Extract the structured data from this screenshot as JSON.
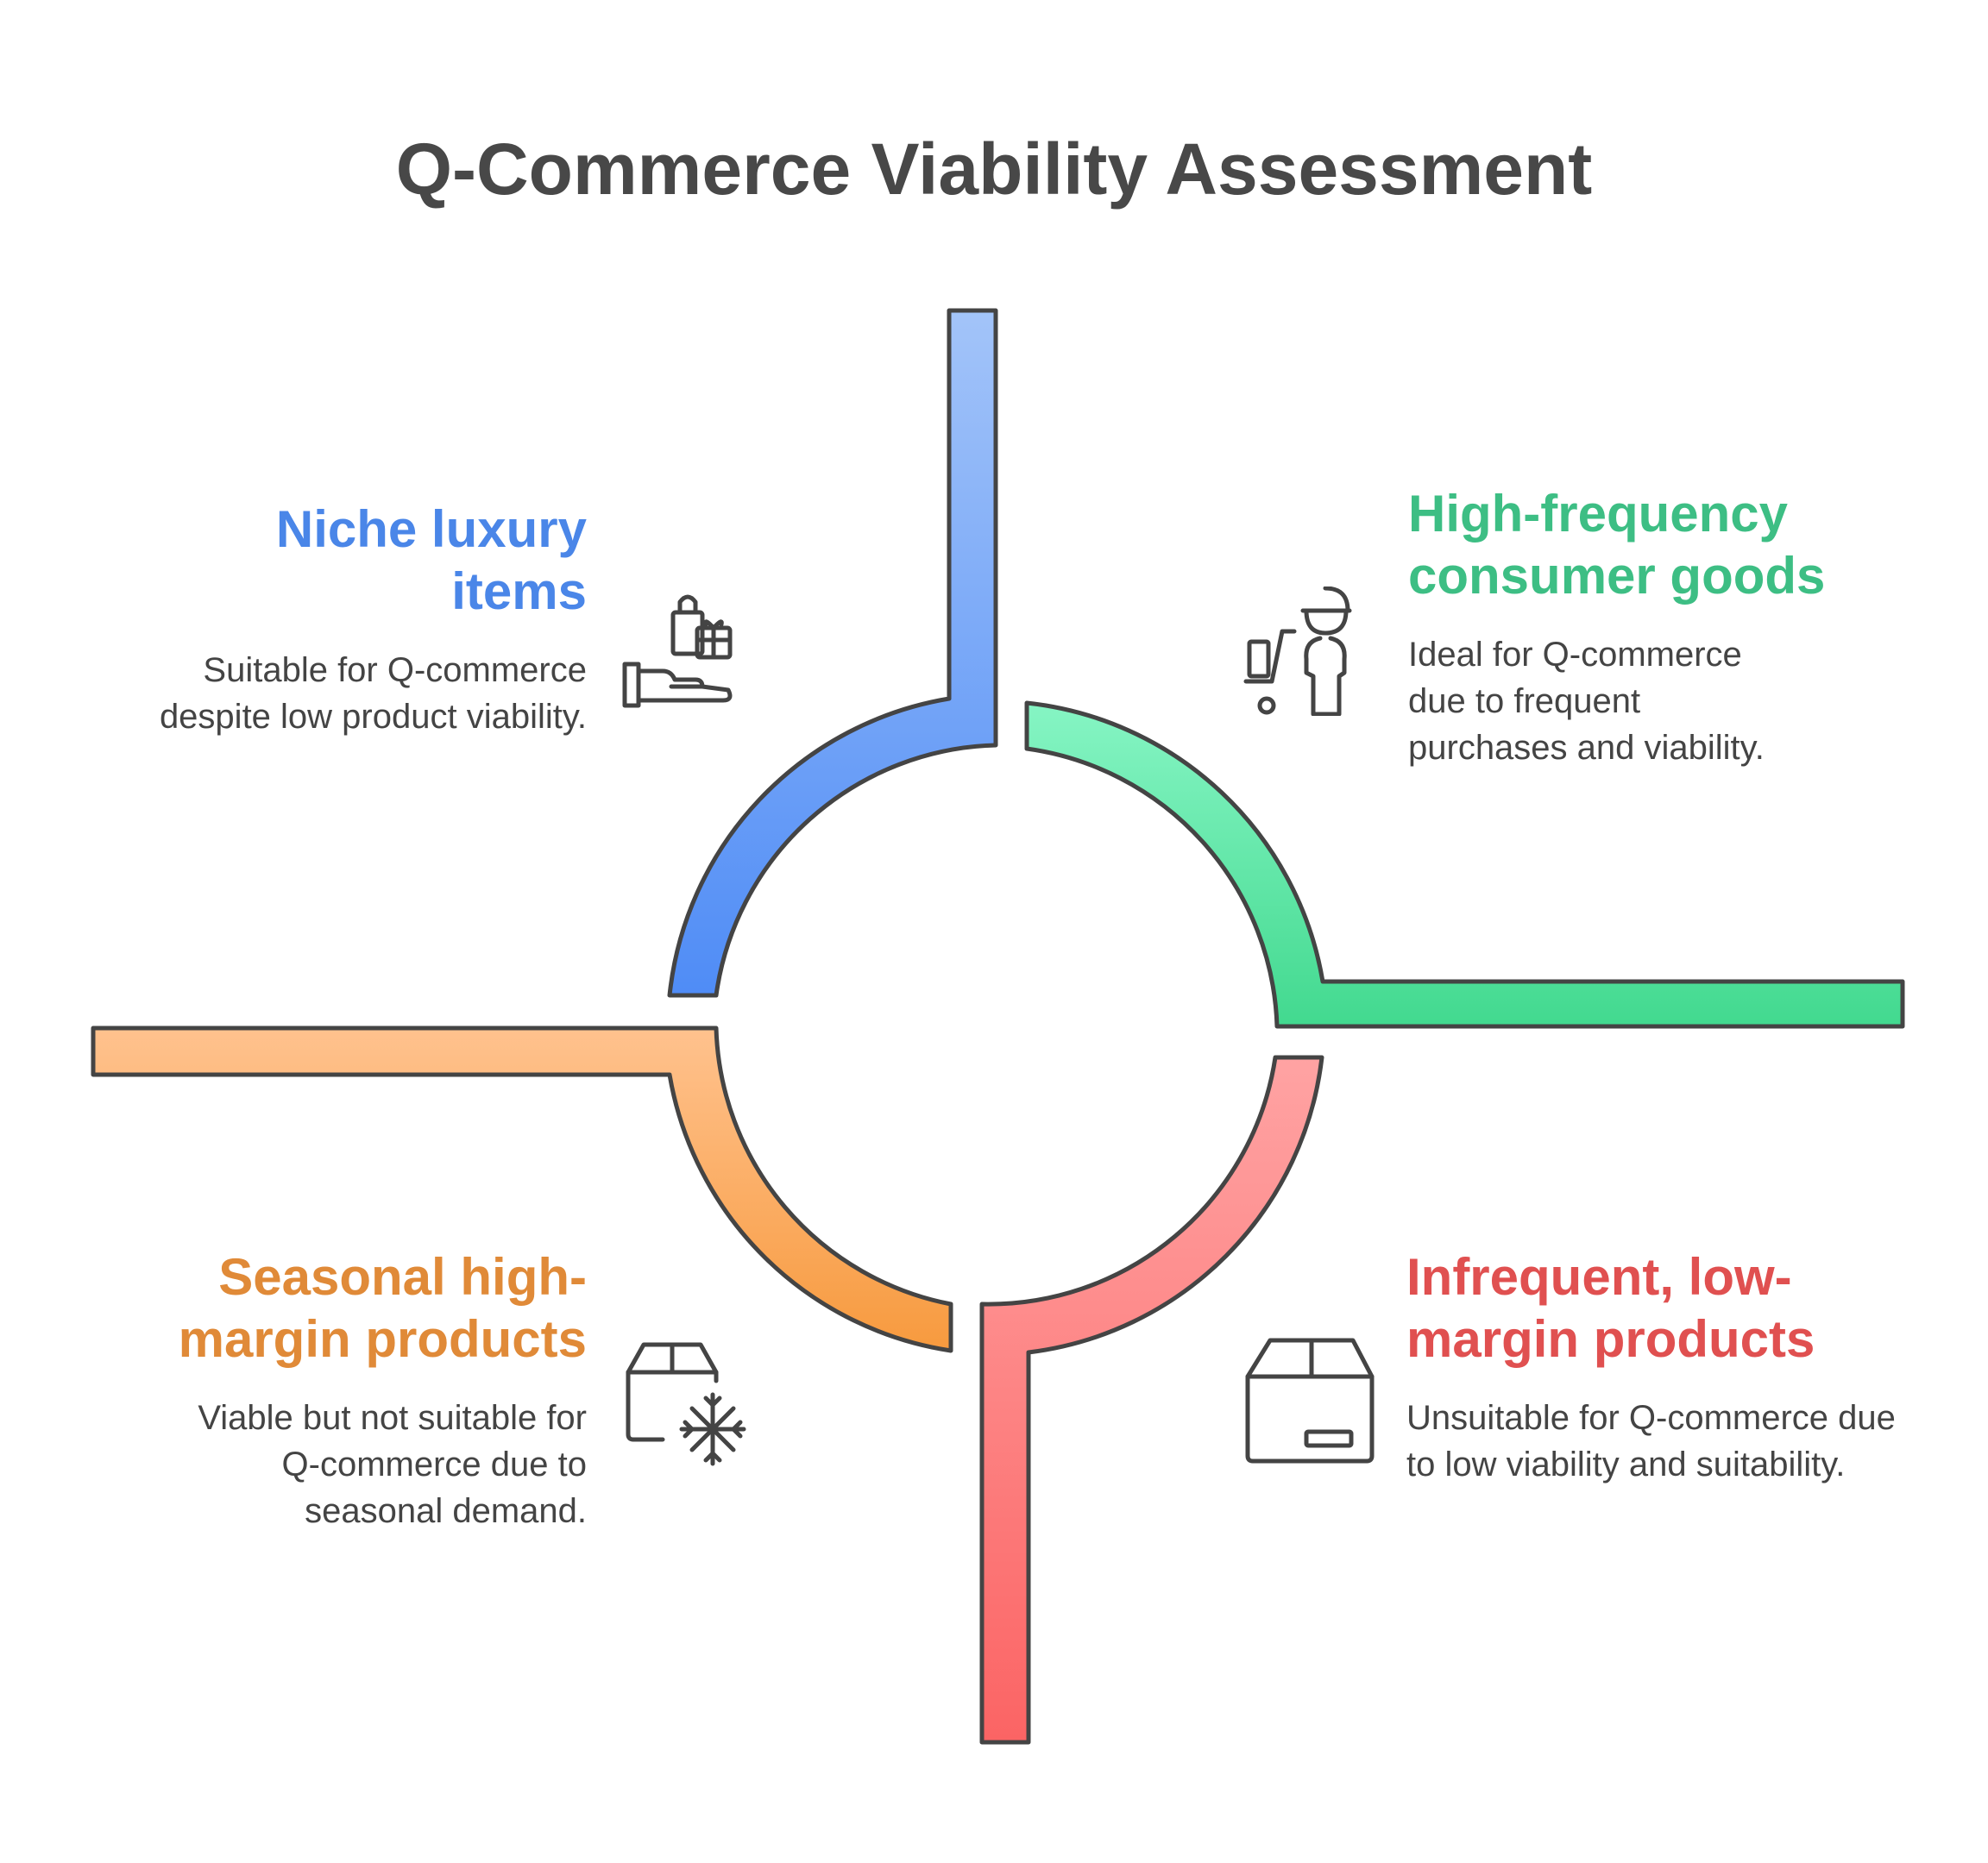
{
  "title": "Q-Commerce Viability Assessment",
  "colors": {
    "blue": "#4A86E8",
    "green": "#3DBE84",
    "orange": "#E08A38",
    "red": "#E05050",
    "outline": "#444444"
  },
  "quadrants": [
    {
      "id": "top-left",
      "heading": "Niche luxury items",
      "description": "Suitable for Q-commerce despite low product viability.",
      "color": "#4A86E8",
      "icon": "hand-holding-gift-bag-icon"
    },
    {
      "id": "top-right",
      "heading": "High-frequency consumer goods",
      "description": "Ideal for Q-commerce due to frequent purchases and viability.",
      "color": "#3DBE84",
      "icon": "delivery-person-with-cart-icon"
    },
    {
      "id": "bottom-left",
      "heading": "Seasonal high-margin products",
      "description": "Viable but not suitable for Q-commerce due to seasonal demand.",
      "color": "#E08A38",
      "icon": "box-with-snowflake-icon"
    },
    {
      "id": "bottom-right",
      "heading": "Infrequent, low-margin products",
      "description": "Unsuitable for Q-commerce due to low viability and suitability.",
      "color": "#E05050",
      "icon": "cardboard-box-icon"
    }
  ]
}
